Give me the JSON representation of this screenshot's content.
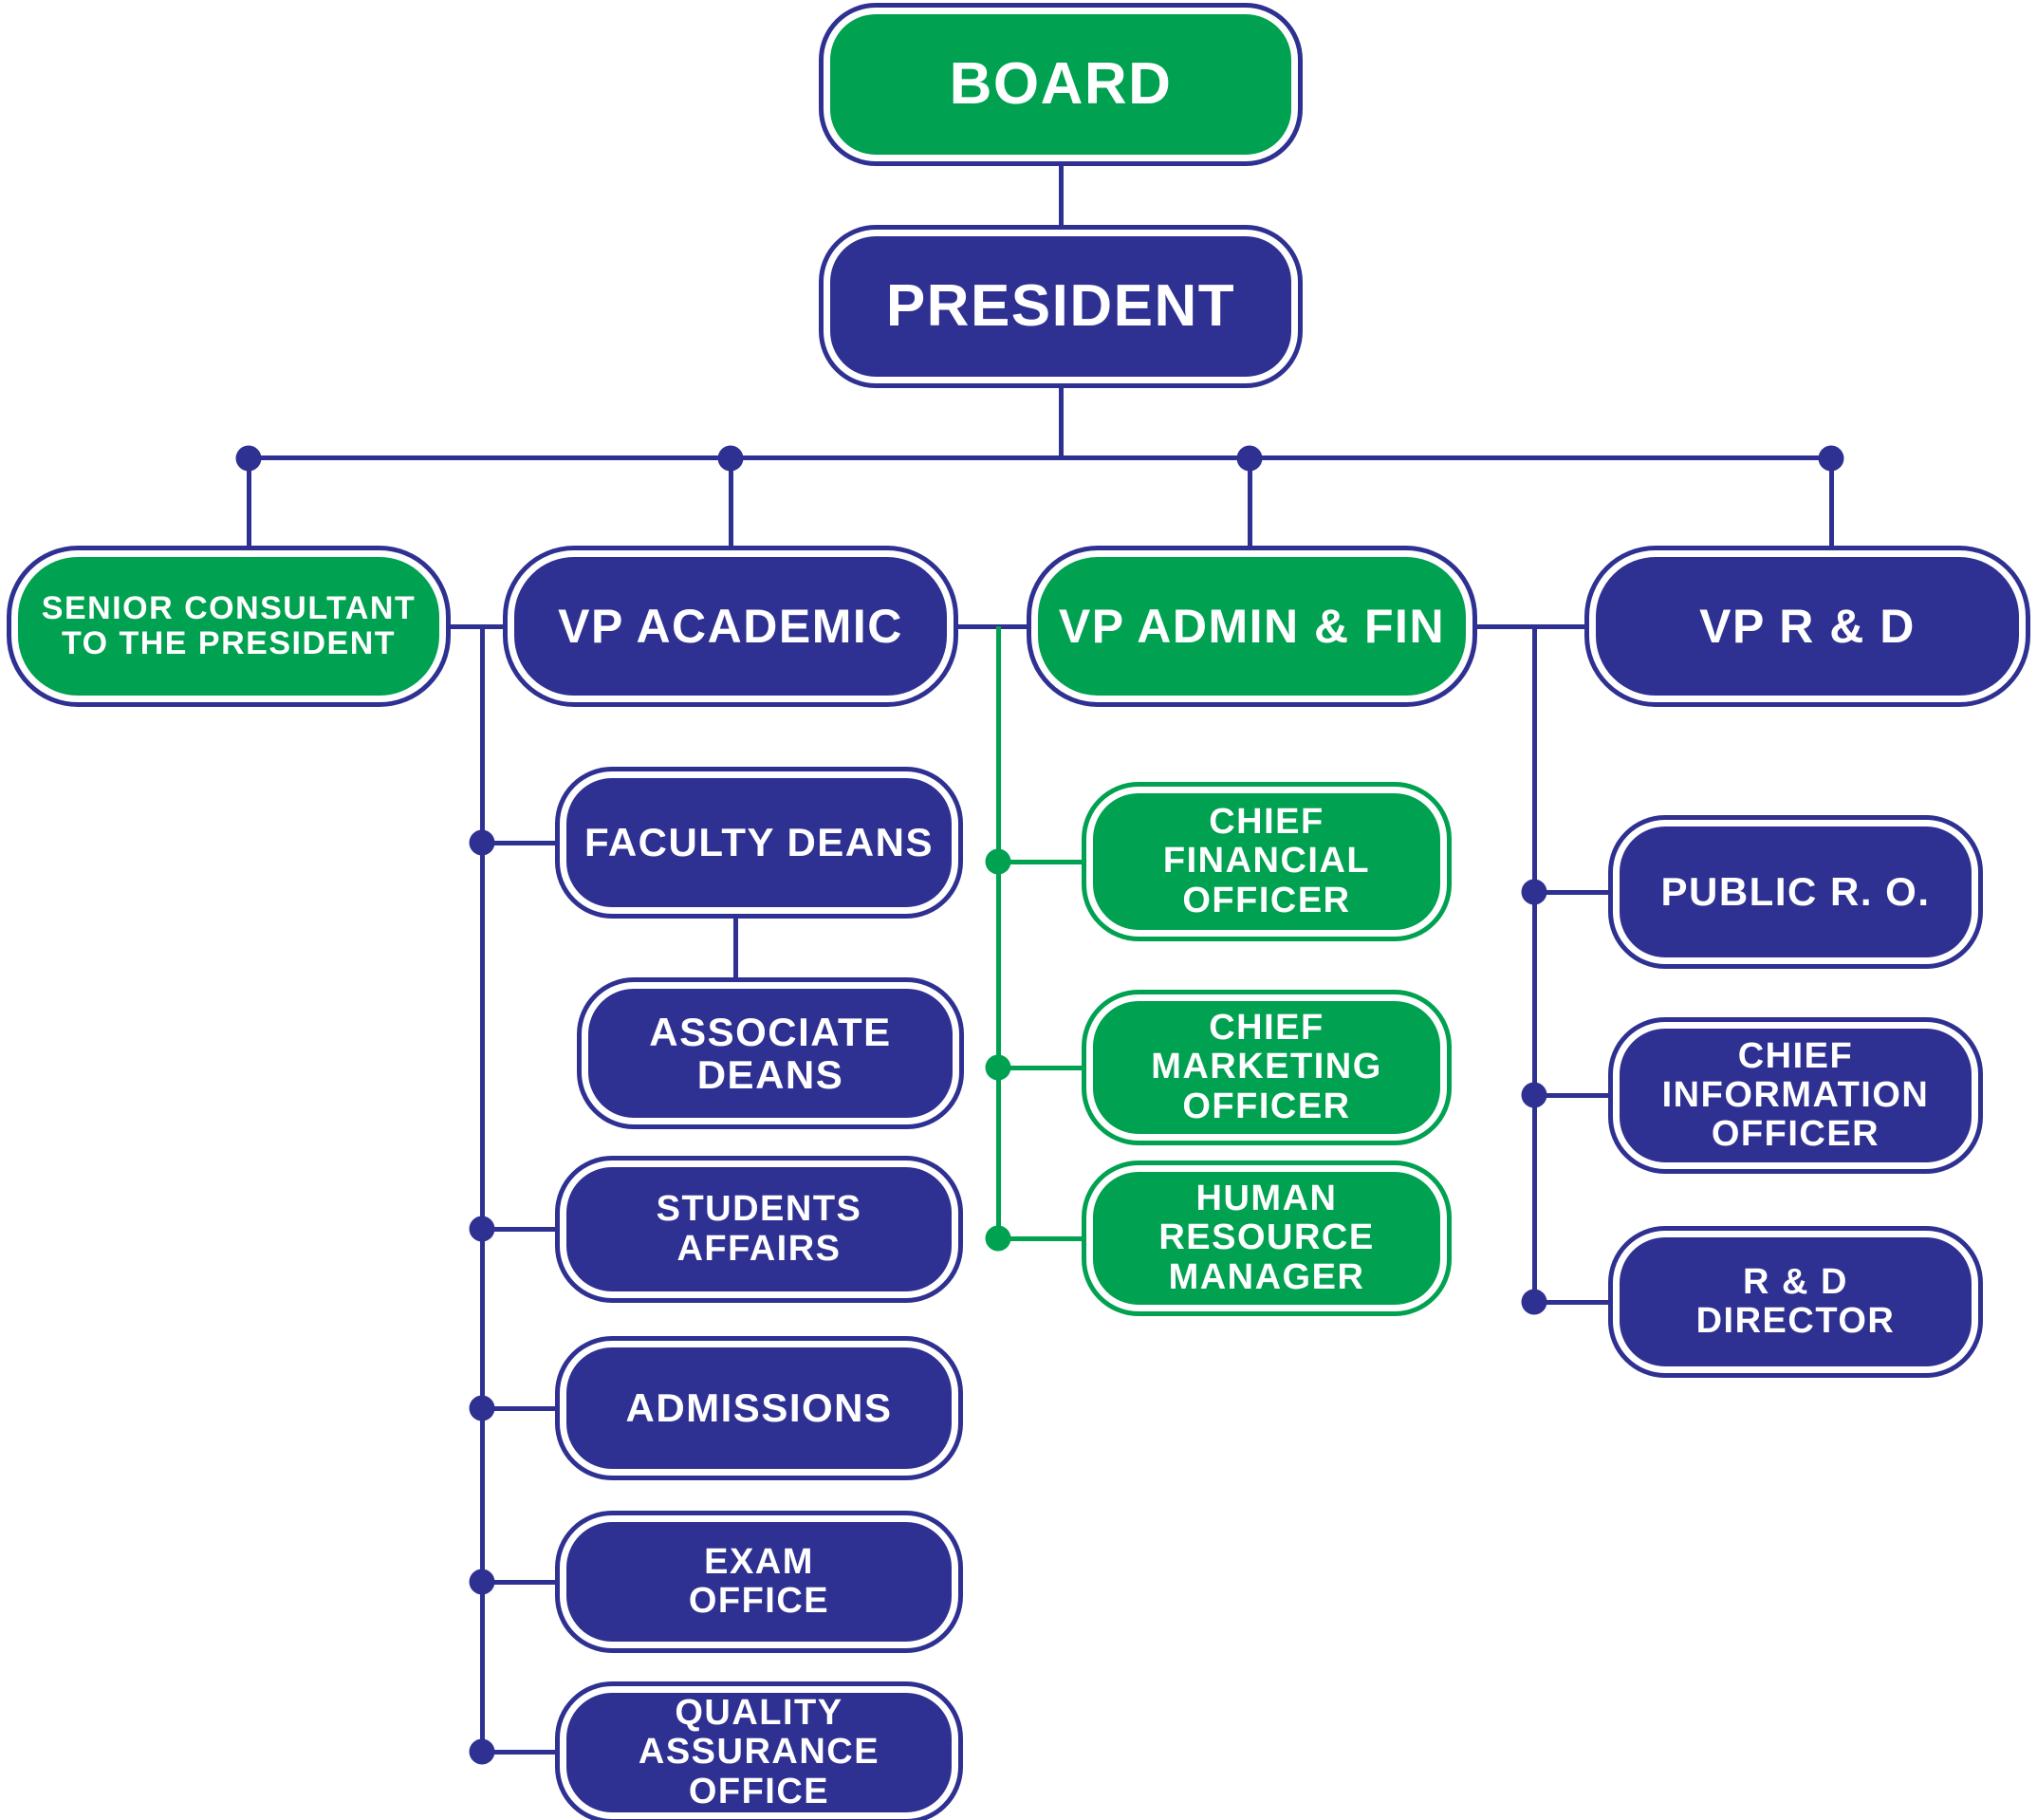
{
  "palette": {
    "green": "#00A150",
    "navy": "#2F3192",
    "background": "#FFFFFF",
    "text": "#FFFFFF"
  },
  "chart": {
    "type": "org-chart",
    "board": {
      "label": "BOARD",
      "fill": "green"
    },
    "president": {
      "label": "PRESIDENT",
      "fill": "navy"
    },
    "branches": {
      "senior_consultant": {
        "label": "SENIOR CONSULTANT\nTO THE PRESIDENT",
        "fill": "green"
      },
      "vp_academic": {
        "label": "VP ACADEMIC",
        "fill": "navy",
        "reports": [
          {
            "label": "FACULTY DEANS",
            "fill": "navy",
            "reports": [
              {
                "label": "ASSOCIATE\nDEANS",
                "fill": "navy"
              }
            ]
          },
          {
            "label": "STUDENTS\nAFFAIRS",
            "fill": "navy"
          },
          {
            "label": "ADMISSIONS",
            "fill": "navy"
          },
          {
            "label": "EXAM\nOFFICE",
            "fill": "navy"
          },
          {
            "label": "QUALITY\nASSURANCE\nOFFICE",
            "fill": "navy"
          }
        ]
      },
      "vp_admin_fin": {
        "label": "VP ADMIN & FIN",
        "fill": "green",
        "reports": [
          {
            "label": "CHIEF\nFINANCIAL\nOFFICER",
            "fill": "green"
          },
          {
            "label": "CHIEF\nMARKETING\nOFFICER",
            "fill": "green"
          },
          {
            "label": "HUMAN\nRESOURCE\nMANAGER",
            "fill": "green"
          }
        ]
      },
      "vp_rd": {
        "label": "VP R & D",
        "fill": "navy",
        "reports": [
          {
            "label": "PUBLIC R. O.",
            "fill": "navy"
          },
          {
            "label": "CHIEF\nINFORMATION\nOFFICER",
            "fill": "navy"
          },
          {
            "label": "R & D\nDIRECTOR",
            "fill": "navy"
          }
        ]
      }
    }
  }
}
